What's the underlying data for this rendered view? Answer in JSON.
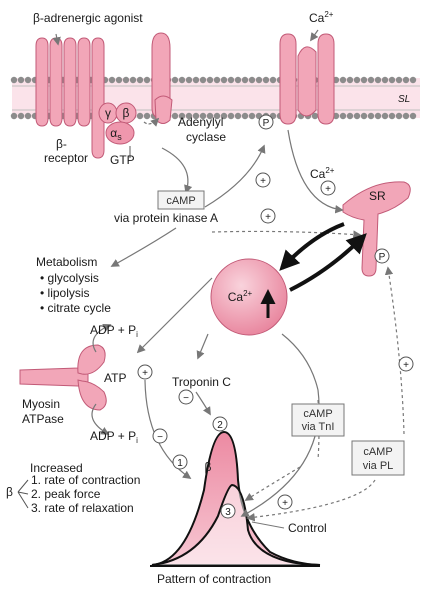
{
  "labels": {
    "beta_agonist": "β-adrenergic agonist",
    "ca_top": "Ca",
    "ca_top_sup": "2+",
    "sl": "SL",
    "gamma": "γ",
    "beta_sub": "β",
    "alpha": "α",
    "alpha_sub": "s",
    "beta_receptor_1": "β-",
    "beta_receptor_2": "receptor",
    "gtp": "GTP",
    "adenylyl_1": "Adenylyl",
    "adenylyl_2": "cyclase",
    "p_symbol": "P",
    "ca_sr": "Ca",
    "ca_sr_sup": "2+",
    "sr": "SR",
    "camp_box": "cAMP",
    "via_pka": "via protein kinase A",
    "plus": "+",
    "minus": "−",
    "metabolism": "Metabolism",
    "metab_items": [
      "glycolysis",
      "lipolysis",
      "citrate cycle"
    ],
    "ca_center": "Ca",
    "ca_center_sup": "2+",
    "adp_pi_top": "ADP + P",
    "adp_pi_sub": "i",
    "atp": "ATP",
    "troponin_c": "Troponin C",
    "myosin_1": "Myosin",
    "myosin_2": "ATPase",
    "adp_pi_bottom": "ADP + P",
    "camp_tni_1": "cAMP",
    "camp_tni_2": "via TnI",
    "camp_pl_1": "cAMP",
    "camp_pl_2": "via PL",
    "num1": "1",
    "num2": "2",
    "num3": "3",
    "beta_peak": "β",
    "increased": "Increased",
    "beta_effects": "β",
    "effects": [
      "1. rate of contraction",
      "2. peak force",
      "3. rate of relaxation"
    ],
    "control": "Control",
    "pattern": "Pattern of contraction"
  },
  "colors": {
    "pink": "#f2a6b8",
    "pink_dark": "#e8839c",
    "pink_outline": "#c25a77",
    "lipid_head": "#8c8c8c",
    "arrow_gray": "#777777",
    "arrow_black": "#111111",
    "box_fill": "#f3f3f3"
  }
}
